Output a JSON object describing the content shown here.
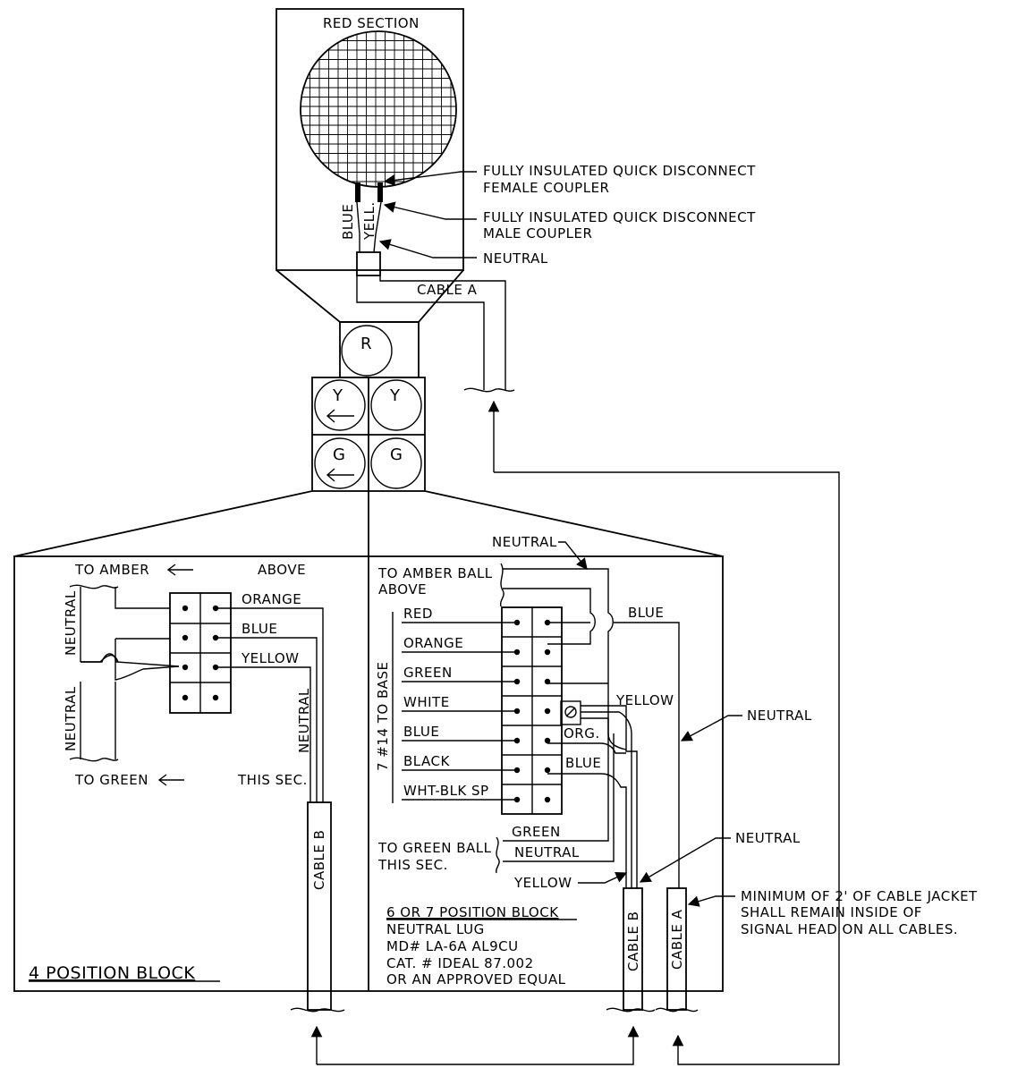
{
  "signal_head": {
    "red_section_title": "RED SECTION",
    "lens_labels": {
      "red": "R",
      "yellow_arrow": "Y",
      "yellow_ball": "Y",
      "green_arrow": "G",
      "green_ball": "G"
    }
  },
  "top_annotations": {
    "female_coupler": [
      "FULLY INSULATED QUICK DISCONNECT",
      "FEMALE COUPLER"
    ],
    "male_coupler": [
      "FULLY INSULATED QUICK DISCONNECT",
      "MALE COUPLER"
    ],
    "neutral": "NEUTRAL",
    "cable_a": "CABLE A",
    "wire_blue": "BLUE",
    "wire_yellow": "YELL."
  },
  "left_panel": {
    "to_amber": "TO AMBER",
    "above": "ABOVE",
    "wires": [
      "ORANGE",
      "BLUE",
      "YELLOW"
    ],
    "neutral_upper": "NEUTRAL",
    "neutral_lower": "NEUTRAL",
    "neutral_vertical": "NEUTRAL",
    "to_green": "TO GREEN",
    "this_sec": "THIS SEC.",
    "cable_b": "CABLE B",
    "block_title": "4 POSITION BLOCK"
  },
  "right_panel": {
    "neutral_top": "NEUTRAL",
    "to_amber_ball": [
      "TO AMBER BALL",
      "ABOVE"
    ],
    "terminal_wires": [
      "RED",
      "ORANGE",
      "GREEN",
      "WHITE",
      "BLUE",
      "BLACK",
      "WHT-BLK SP"
    ],
    "to_base": "7 #14    TO BASE",
    "blue_right": "BLUE",
    "yellow_right": "YELLOW",
    "org": "ORG.",
    "blue_inner": "BLUE",
    "green_bottom": "GREEN",
    "neutral_bottom": "NEUTRAL",
    "to_green_ball": [
      "TO GREEN BALL",
      "THIS SEC."
    ],
    "yellow_bottom": "YELLOW",
    "lug_title": "6 OR 7 POSITION BLOCK",
    "lug_lines": [
      "NEUTRAL LUG",
      "MD# LA-6A AL9CU",
      "CAT. # IDEAL 87.002",
      "OR AN APPROVED EQUAL"
    ],
    "cable_b": "CABLE B",
    "cable_a": "CABLE A"
  },
  "side_notes": {
    "neutral_mid": "NEUTRAL",
    "neutral_low": "NEUTRAL",
    "cable_jacket_note": [
      "MINIMUM OF 2' OF CABLE JACKET",
      "SHALL REMAIN INSIDE OF",
      "SIGNAL HEAD ON ALL CABLES."
    ]
  }
}
